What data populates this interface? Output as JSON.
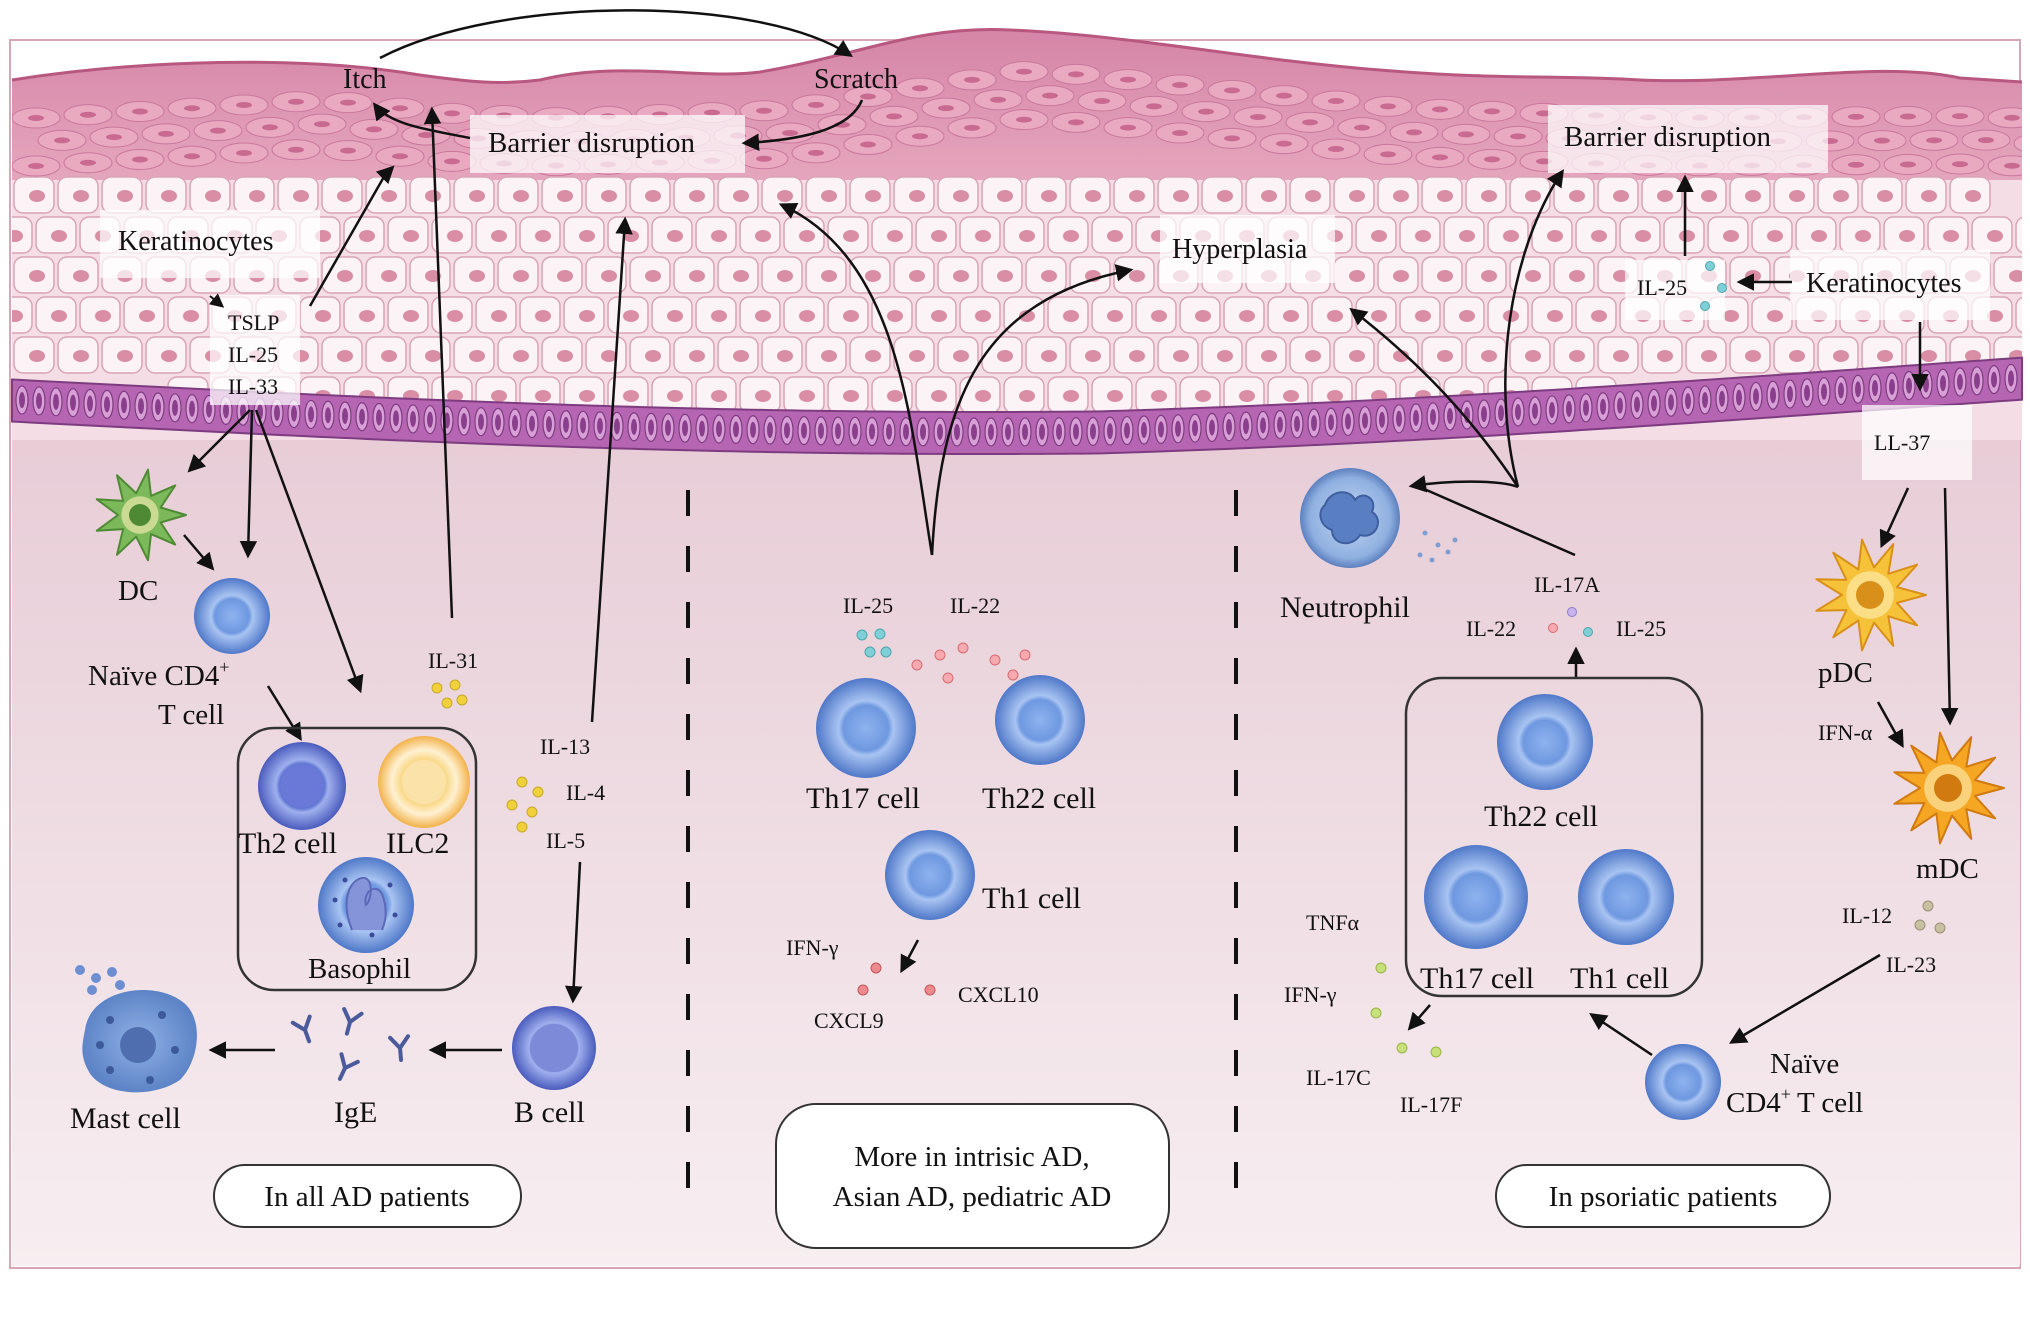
{
  "colors": {
    "epidermis_top": "#d98aaa",
    "epidermis_mid": "#e8b2c4",
    "cell_fill": "#fbf3f5",
    "cell_nucleus": "#d98ea5",
    "basal_layer": "#b565b2",
    "basal_nucleus": "#8a3f8c",
    "dermis": "#eddde2",
    "dc_green": "#7cb95a",
    "pdc_yellow": "#f5c23a",
    "mdc_orange": "#f5a623",
    "lymphocyte_blue": "#6b93d8",
    "ilc2_yellow": "#f6c26a",
    "chemokine_red": "#ec8a8e",
    "cytokine_cyan": "#7fcfd6",
    "cytokine_yellow": "#f0d13c",
    "cytokine_green": "#b5d56a"
  },
  "labels": {
    "itch": "Itch",
    "scratch": "Scratch",
    "barrier_left": "Barrier disruption",
    "barrier_right": "Barrier disruption",
    "keratinocytes_left": "Keratinocytes",
    "keratinocytes_right": "Keratinocytes",
    "hyperplasia": "Hyperplasia",
    "tslp": "TSLP",
    "il25_left": "IL-25",
    "il33": "IL-33",
    "il25_right_top": "IL-25",
    "ll37": "LL-37",
    "dc": "DC",
    "naive_cd4_left_line1": "Naïve CD4",
    "naive_cd4_left_sup": "+",
    "naive_cd4_left_line2": "T cell",
    "il31": "IL-31",
    "il13": "IL-13",
    "il4": "IL-4",
    "il5": "IL-5",
    "th2": "Th2 cell",
    "ilc2": "ILC2",
    "basophil": "Basophil",
    "mast_cell": "Mast cell",
    "ige": "IgE",
    "b_cell": "B cell",
    "mid_il25": "IL-25",
    "mid_il22": "IL-22",
    "th17_mid": "Th17 cell",
    "th22_mid": "Th22 cell",
    "th1_mid": "Th1 cell",
    "ifn_gamma_mid": "IFN-γ",
    "cxcl9": "CXCL9",
    "cxcl10": "CXCL10",
    "neutrophil": "Neutrophil",
    "il17a": "IL-17A",
    "il22_right": "IL-22",
    "il25_right": "IL-25",
    "th22_right": "Th22 cell",
    "th17_right": "Th17 cell",
    "th1_right": "Th1 cell",
    "tnfa": "TNFα",
    "ifn_gamma_right": "IFN-γ",
    "il17c": "IL-17C",
    "il17f": "IL-17F",
    "pdc": "pDC",
    "ifn_alpha": "IFN-α",
    "mdc": "mDC",
    "il12": "IL-12",
    "il23": "IL-23",
    "naive_cd4_right_line1": "Naïve",
    "naive_cd4_right_line2a": "CD4",
    "naive_cd4_right_sup": "+",
    "naive_cd4_right_line2b": "T cell"
  },
  "footer": {
    "all_ad": "In all AD patients",
    "more_line1": "More in intrisic AD,",
    "more_line2": "Asian AD, pediatric AD",
    "psoriatic": "In psoriatic patients"
  }
}
